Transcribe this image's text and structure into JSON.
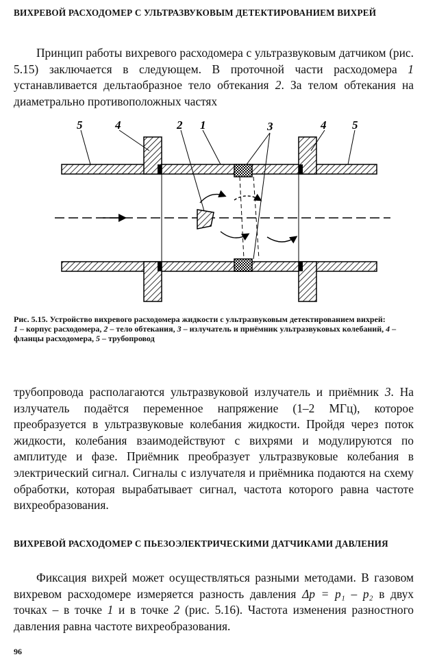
{
  "section1": {
    "heading": "ВИХРЕВОЙ РАСХОДОМЕР С УЛЬТРАЗВУКОВЫМ ДЕТЕКТИРОВАНИЕМ ВИХРЕЙ",
    "para_parts": [
      "Принцип работы вихревого расходомера с ультразвуковым датчиком (рис. 5.15) заключается в следующем. В проточной части расходомера ",
      "1",
      " устанавливается дельтаобразное тело обтекания ",
      "2",
      ". За телом обтекания на диаметрально противоположных частях"
    ]
  },
  "figure": {
    "labels": [
      "5",
      "4",
      "2",
      "1",
      "3",
      "4",
      "5"
    ]
  },
  "caption": {
    "title": "Рис. 5.15. Устройство вихревого расходомера жидкости с ультразвуковым детектированием вихрей:",
    "items": [
      {
        "num": "1",
        "text": " – корпус расходомера, "
      },
      {
        "num": "2",
        "text": " – тело обтекания, "
      },
      {
        "num": "3",
        "text": " – излучатель и приёмник ультразвуковых колебаний, "
      },
      {
        "num": "4",
        "text": " – фланцы расходомера, "
      },
      {
        "num": "5",
        "text": " – трубопровод"
      }
    ]
  },
  "para2_parts": [
    "трубопровода располагаются ультразвуковой излучатель и приёмник ",
    "3",
    ". На излучатель подаётся переменное напряжение (1–2 МГц), которое преобразуется в ультразвуковые колебания жидкости. Пройдя через поток жидкости, колебания взаимодействуют с вихрями и модулируются по амплитуде и фазе. Приёмник преобразует ультразвуковые колебания в электрический сигнал. Сигналы с излучателя и приёмника подаются на схему обработки, которая вырабатывает сигнал, частота которого равна частоте вихреобразования."
  ],
  "section2": {
    "heading": "ВИХРЕВОЙ РАСХОДОМЕР С ПЬЕЗОЭЛЕКТРИЧЕСКИМИ ДАТЧИКАМИ ДАВЛЕНИЯ",
    "para_parts": [
      "Фиксация вихрей может осуществляться разными методами. В газовом вихревом расходомере измеряется разность давления ",
      "Δp = p₁ – p₂",
      " в двух точках – в точке ",
      "1",
      " и в точке ",
      "2",
      " (рис. 5.16). Частота изменения разностного давления равна частоте вихреобразования."
    ]
  },
  "page_number": "96"
}
